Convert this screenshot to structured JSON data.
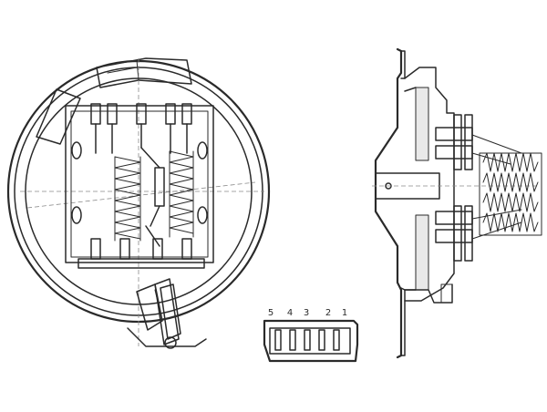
{
  "connector": {
    "pin_labels": [
      "5",
      "4",
      "3",
      "2",
      "1"
    ]
  }
}
